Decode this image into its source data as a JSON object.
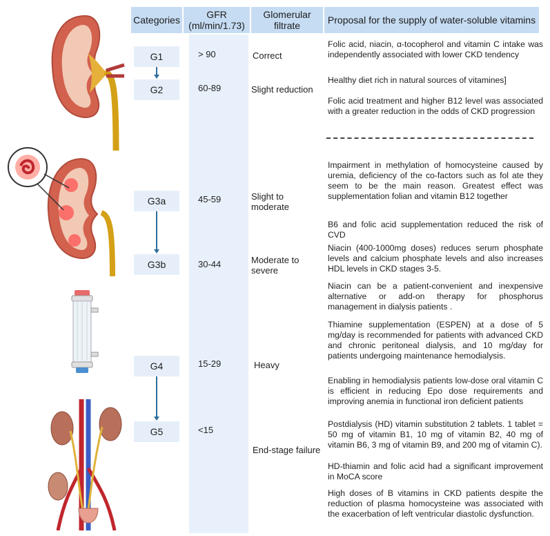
{
  "headers": {
    "categories": "Categories",
    "gfr": "GFR (ml/min/1.73)",
    "filtrate": "Glomerular filtrate",
    "proposal": "Proposal for the supply of water-soluble vitamins"
  },
  "stages": [
    {
      "cat": "G1",
      "gfr": "> 90",
      "filtrate": "Correct"
    },
    {
      "cat": "G2",
      "gfr": "60-89",
      "filtrate": "Slight reduction"
    },
    {
      "cat": "G3a",
      "gfr": "45-59",
      "filtrate": "Slight to moderate"
    },
    {
      "cat": "G3b",
      "gfr": "30-44",
      "filtrate": "Moderate to severe"
    },
    {
      "cat": "G4",
      "gfr": "15-29",
      "filtrate": "Heavy"
    },
    {
      "cat": "G5",
      "gfr": "<15",
      "filtrate": "End-stage failure"
    }
  ],
  "proposals": [
    "Folic acid, niacin, α-tocopherol and vitamin C intake was independently associated with lower CKD tendency",
    "Healthy diet rich in natural sources of vitamines]",
    "Folic acid treatment and higher B12 level was associated with a greater reduction in the odds of CKD progression",
    "Impairment in methylation of homocysteine caused by uremia, deficiency of the co-factors such as fol ate they seem to be the main reason. Greatest effect was supplementation folian and vitamin B12 together",
    "B6 and folic acid supplementation reduced the risk of CVD",
    "Niacin (400-1000mg doses) reduces serum phosphate levels and calcium phosphate levels and also increases HDL levels in CKD stages 3-5.",
    "Niacin can be a patient-convenient and inexpensive alternative or add-on therapy for phosphorus management in dialysis patients .",
    "Thiamine supplementation (ESPEN) at a dose of 5 mg/day is recommended for patients with advanced CKD and chronic peritoneal dialysis, and 10 mg/day for patients undergoing maintenance hemodialysis.",
    "Enabling in hemodialysis patients low-dose oral vitamin C is efficient in reducing Epo dose requirements and improving anemia in functional iron deficient patients",
    "Postdialysis (HD) vitamin substitution 2 tablets. 1 tablet = 50 mg of vitamin B1, 10 mg of vitamin B2, 40 mg of vitamin B6, 3 mg of vitamin B9, and 200 mg of vitamin C).",
    "HD-thiamin and folic acid had a significant improvement in MoCA score",
    "High doses of B vitamins in CKD patients despite the reduction of plasma homocysteine was associated with the exacerbation of left ventricular diastolic dysfunction."
  ],
  "colors": {
    "header": "#c6dcf3",
    "gfr_column": "#e8f1fb",
    "arrow": "#2b6f9c",
    "kidney": "#d2614e"
  }
}
